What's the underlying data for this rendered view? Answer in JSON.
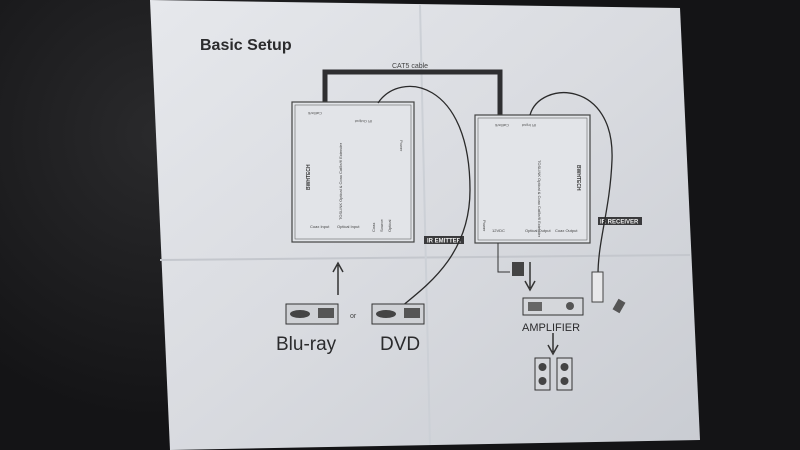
{
  "title": "Basic Setup",
  "cable_label": "CAT5 cable",
  "transmitter": {
    "top_port": "Cat5e/6",
    "ir_output": "IR Output",
    "power_label": "Power",
    "brand": "BWHTECH",
    "product": "TOSLINK Optical & Coax Cat5e/6 Extender",
    "inputs": [
      "Coax Input",
      "Optical Input"
    ],
    "source_switch": [
      "Coax",
      "Source",
      "Optical"
    ],
    "ir_tag": "IR EMITTER"
  },
  "receiver": {
    "top_port": "Cat5e/6",
    "ir_input": "IR Input",
    "brand": "BWHTECH",
    "product": "TOSLINK Optical & Coax Cat5e/6 Extender",
    "power_label": "Power",
    "outputs": [
      "12VDC",
      "Optical Output",
      "Coax Output"
    ],
    "ir_tag": "IR RECEIVER"
  },
  "sources": {
    "left": "Blu-ray",
    "or": "or",
    "right": "DVD"
  },
  "amplifier": "AMPLIFIER",
  "colors": {
    "paper": "#dfe1e6",
    "ink": "#3a3a3c",
    "background": "#1b1b1d"
  }
}
